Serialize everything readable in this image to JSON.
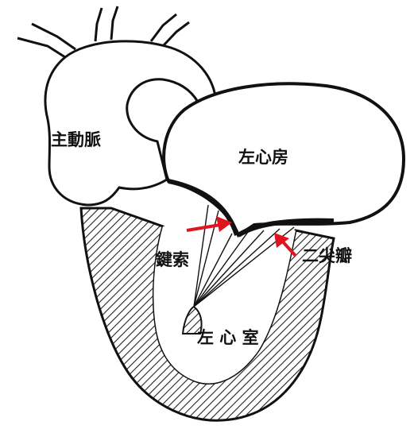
{
  "labels": {
    "aorta": "主動脈",
    "left_atrium": "左心房",
    "chordae": "鍵索",
    "mitral_valve": "二尖瓣",
    "left_ventricle": "左 心 室"
  },
  "colors": {
    "outline": "#111111",
    "arrow": "#e0141e",
    "hatch": "#222222",
    "background": "#ffffff"
  }
}
